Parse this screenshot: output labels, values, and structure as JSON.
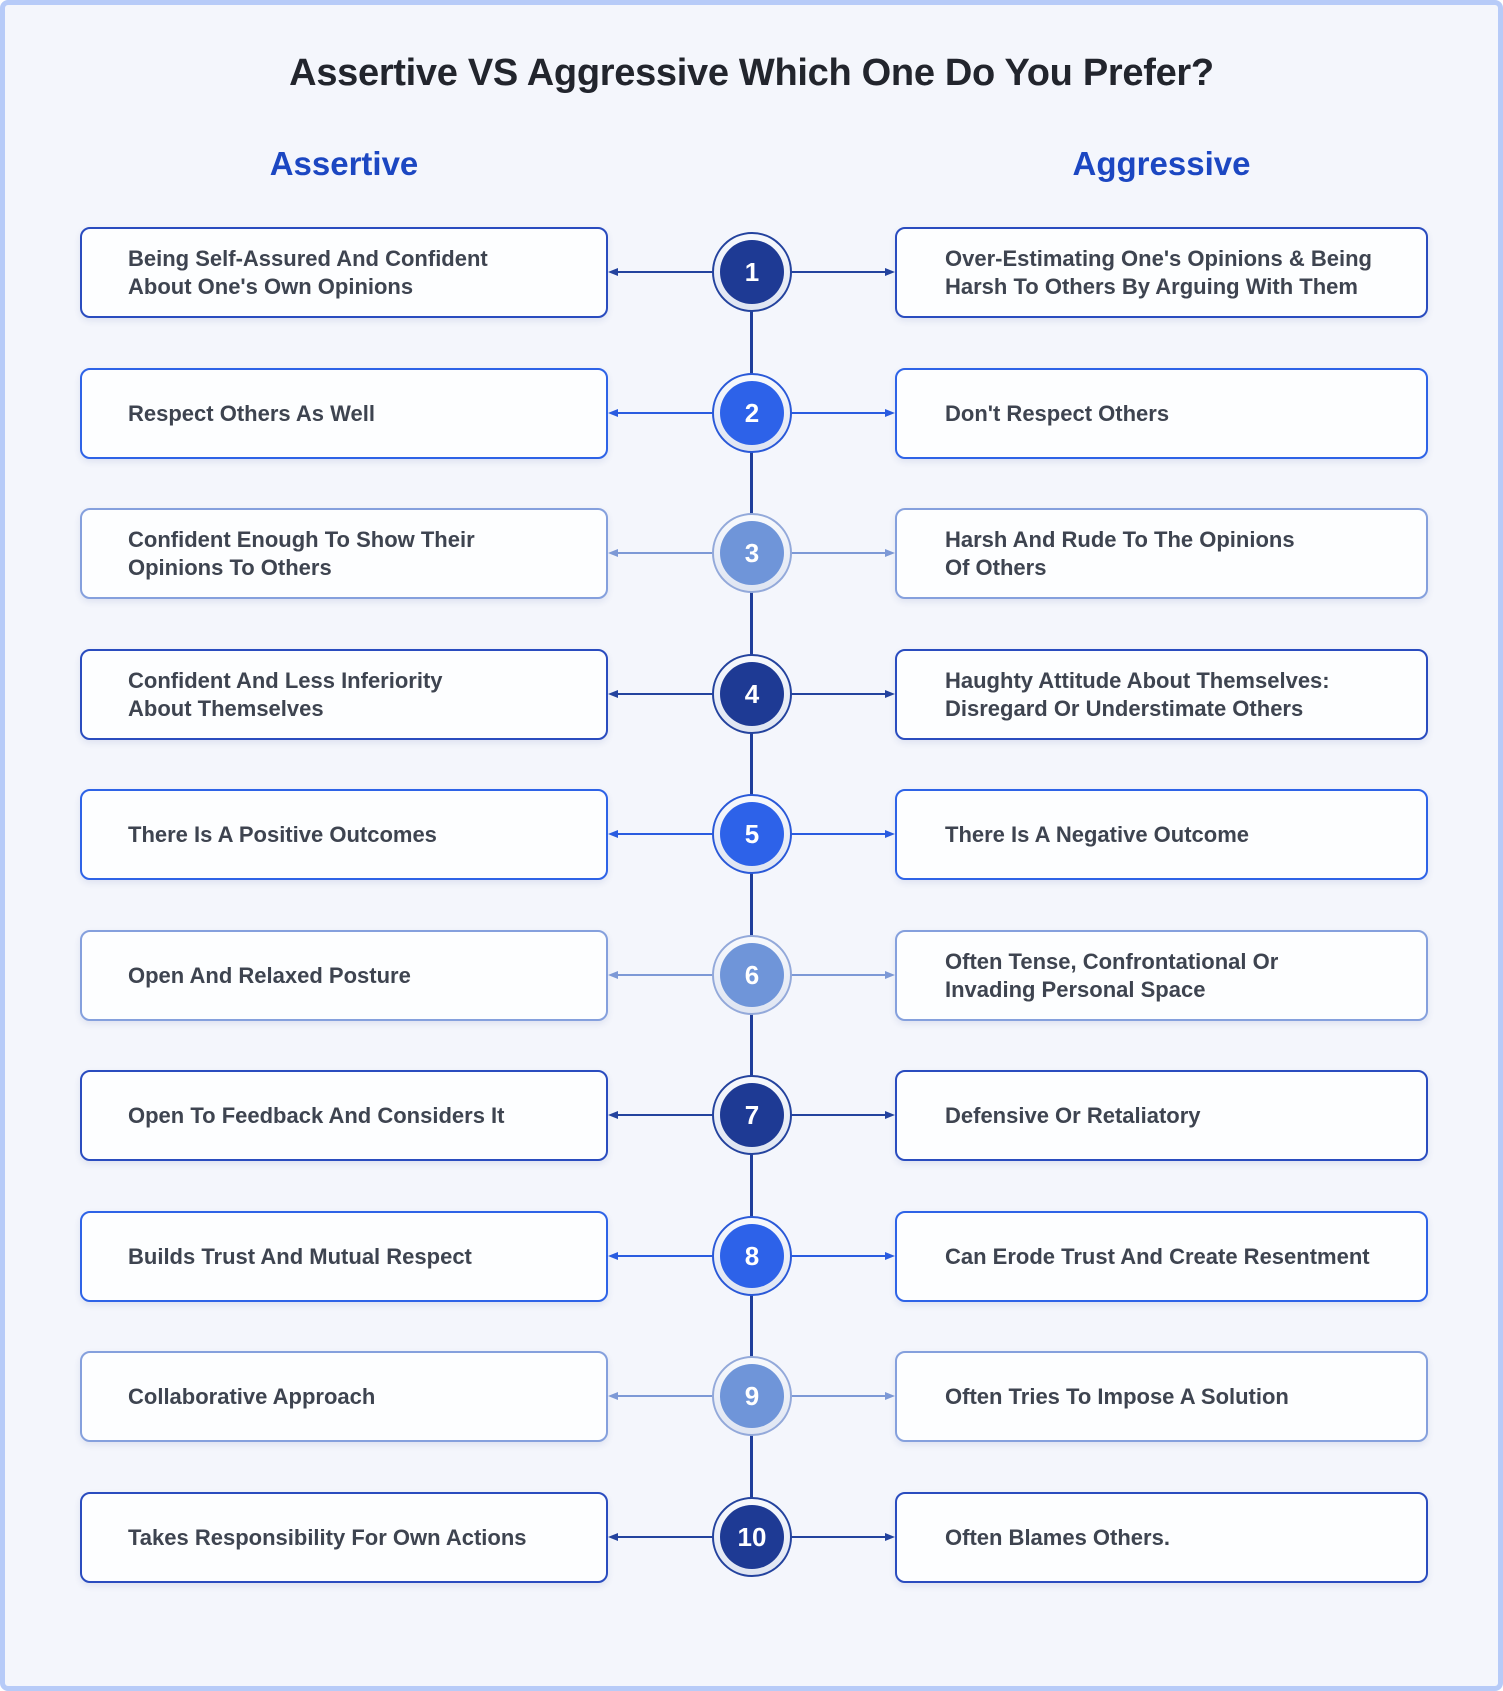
{
  "title": "Assertive VS Aggressive Which One Do You Prefer?",
  "columns": {
    "left": "Assertive",
    "right": "Aggressive"
  },
  "colors": {
    "bg": "#f4f6fc",
    "frame": "#b7cbf8",
    "title": "#22252d",
    "header": "#1c47c2",
    "dark-circle": "#1e3a94",
    "bright-circle": "#2d62e9",
    "light-circle": "#6f95d9",
    "line-dark": "#1f3e9b"
  },
  "rows": [
    {
      "number": "1",
      "assertive": "Being Self-Assured And Confident\nAbout One's Own Opinions",
      "aggressive": "Over-Estimating One's Opinions & Being\nHarsh To Others By Arguing With Them"
    },
    {
      "number": "2",
      "assertive": "Respect Others As Well",
      "aggressive": "Don't Respect Others"
    },
    {
      "number": "3",
      "assertive": "Confident Enough To Show Their\nOpinions To Others",
      "aggressive": "Harsh And Rude To The Opinions\nOf Others"
    },
    {
      "number": "4",
      "assertive": "Confident And Less Inferiority\nAbout Themselves",
      "aggressive": "Haughty Attitude About Themselves:\nDisregard Or Understimate Others"
    },
    {
      "number": "5",
      "assertive": "There Is A Positive Outcomes",
      "aggressive": "There Is A Negative Outcome"
    },
    {
      "number": "6",
      "assertive": "Open And Relaxed Posture",
      "aggressive": "Often Tense, Confrontational Or\nInvading Personal Space"
    },
    {
      "number": "7",
      "assertive": "Open To Feedback And Considers It",
      "aggressive": "Defensive Or Retaliatory"
    },
    {
      "number": "8",
      "assertive": "Builds Trust And Mutual Respect",
      "aggressive": "Can Erode Trust And Create Resentment"
    },
    {
      "number": "9",
      "assertive": "Collaborative Approach",
      "aggressive": "Often Tries To Impose A Solution"
    },
    {
      "number": "10",
      "assertive": "Takes Responsibility For Own Actions",
      "aggressive": "Often Blames Others."
    }
  ]
}
